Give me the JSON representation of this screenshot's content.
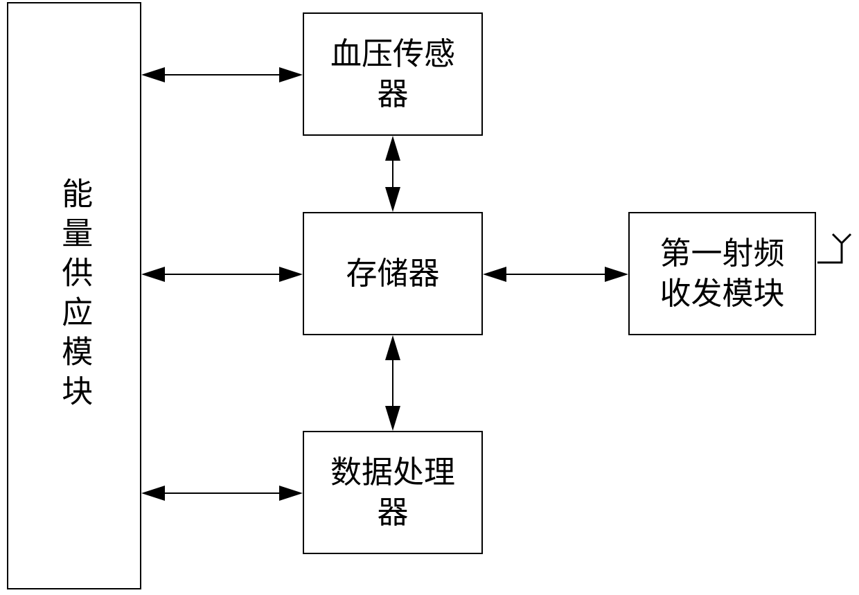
{
  "diagram": {
    "nodes": {
      "energy_supply": {
        "label": "能量供应模块"
      },
      "bp_sensor": {
        "label": "血压传感器"
      },
      "memory": {
        "label": "存储器"
      },
      "data_processor": {
        "label": "数据处理器"
      },
      "rf_module": {
        "label": "第一射频收发模块"
      }
    },
    "edges": [
      {
        "from": "energy_supply",
        "to": "bp_sensor",
        "direction": "bidirectional"
      },
      {
        "from": "energy_supply",
        "to": "memory",
        "direction": "bidirectional"
      },
      {
        "from": "energy_supply",
        "to": "data_processor",
        "direction": "bidirectional"
      },
      {
        "from": "bp_sensor",
        "to": "memory",
        "direction": "bidirectional"
      },
      {
        "from": "memory",
        "to": "data_processor",
        "direction": "bidirectional"
      },
      {
        "from": "memory",
        "to": "rf_module",
        "direction": "bidirectional"
      }
    ],
    "icons": {
      "rf_module_antenna": "antenna-icon"
    },
    "colors": {
      "stroke": "#000000",
      "background": "#ffffff"
    }
  }
}
